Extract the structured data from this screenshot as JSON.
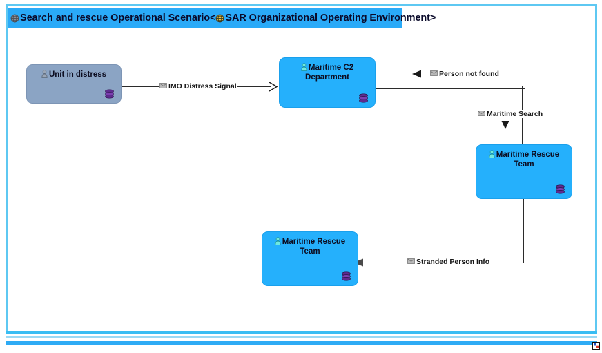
{
  "window": {
    "title_prefix_icon": "globe-gray-icon",
    "title_part1": "Search and rescue Operational Scenario<",
    "title_mid_icon": "globe-gold-icon",
    "title_part2": "SAR Organizational Operating Environment>",
    "frame_accent": "#2aaaf8",
    "resize_grip_icon": "resize-grip-icon"
  },
  "diagram": {
    "type": "operational-scenario-diagram",
    "nodes": [
      {
        "id": "unit-in-distress",
        "label": "Unit in distress",
        "style": "muted",
        "fill": "#8ba4c4",
        "person_icon": "actor-icon",
        "stack_icon": "stacked-disks-icon"
      },
      {
        "id": "maritime-c2-department",
        "label": "Maritime C2 Department",
        "line1": "Maritime C2",
        "line2": "Department",
        "style": "bright",
        "fill": "#25b0fc",
        "person_icon": "actor-icon",
        "stack_icon": "stacked-disks-icon"
      },
      {
        "id": "maritime-rescue-team-right",
        "label": "Maritime Rescue Team",
        "line1": "Maritime Rescue",
        "line2": "Team",
        "style": "bright",
        "fill": "#25b0fc",
        "person_icon": "actor-icon",
        "stack_icon": "stacked-disks-icon"
      },
      {
        "id": "maritime-rescue-team-bottom",
        "label": "Maritime Rescue Team",
        "line1": "Maritime Rescue",
        "line2": "Team",
        "style": "bright",
        "fill": "#25b0fc",
        "person_icon": "actor-icon",
        "stack_icon": "stacked-disks-icon"
      }
    ],
    "connectors": [
      {
        "id": "imo-distress-signal",
        "label": "IMO Distress Signal",
        "icon": "envelope-icon",
        "from": "unit-in-distress",
        "to": "maritime-c2-department"
      },
      {
        "id": "person-not-found",
        "label": "Person not found",
        "icon": "envelope-icon",
        "from": "maritime-rescue-team-right",
        "to": "maritime-c2-department"
      },
      {
        "id": "maritime-search",
        "label": "Maritime Search",
        "icon": "envelope-icon",
        "from": "maritime-c2-department",
        "to": "maritime-rescue-team-right"
      },
      {
        "id": "stranded-person-info",
        "label": "Stranded Person Info",
        "icon": "envelope-icon",
        "from": "maritime-rescue-team-right",
        "to": "maritime-rescue-team-bottom"
      }
    ]
  }
}
